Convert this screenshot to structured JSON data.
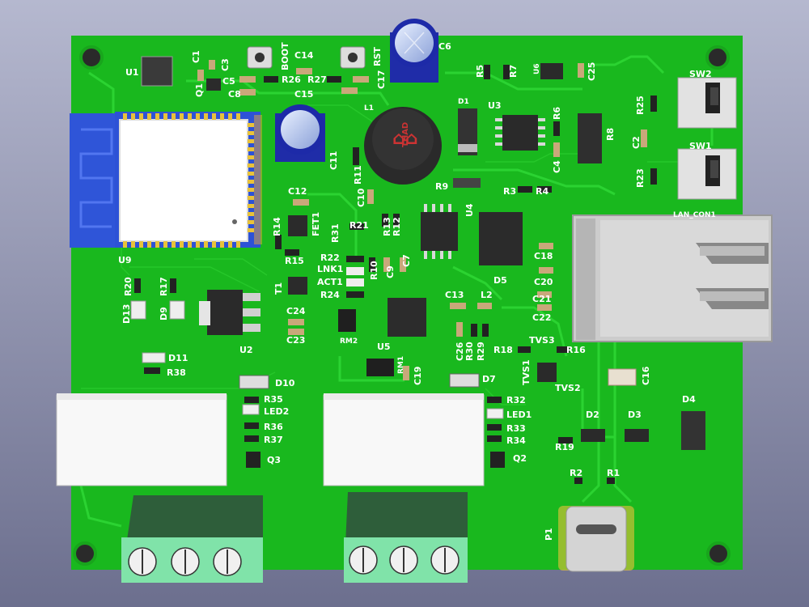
{
  "board": {
    "name": "pcb-3d-view",
    "colors": {
      "background_top": "#b0b4cc",
      "background_bottom": "#6e7191",
      "soldermask": "#19b81e",
      "silkscreen": "#ffffff",
      "copper_trace": "#27cc2b",
      "gold_pad": "#e8c23a",
      "ic_body": "#2b2b2b",
      "terminal_block": "#2f5f3a",
      "terminal_face": "#7de3a8",
      "relay_body": "#fafafa",
      "capacitor_top": "#2233bb",
      "esp_antenna": "#2d52d6"
    }
  },
  "labels": {
    "U1": "U1",
    "C1": "C1",
    "C3": "C3",
    "Q1": "Q1",
    "C5": "C5",
    "C8": "C8",
    "BOOT": "BOOT",
    "C14": "C14",
    "R26": "R26",
    "C15": "C15",
    "R27": "R27",
    "RST": "RST",
    "C17": "C17",
    "C6": "C6",
    "R5": "R5",
    "R7": "R7",
    "U6": "U6",
    "C25": "C25",
    "SW2": "SW2",
    "R25": "R25",
    "D1": "D1",
    "U3": "U3",
    "R6": "R6",
    "L1": "L1",
    "C11": "C11",
    "R11": "R11",
    "C10": "C10",
    "C4": "C4",
    "R8": "R8",
    "C2": "C2",
    "SW1": "SW1",
    "R23": "R23",
    "R9": "R9",
    "R3": "R3",
    "R4": "R4",
    "LAN_CON1": "LAN_CON1",
    "C12": "C12",
    "U4": "U4",
    "R14": "R14",
    "FET1": "FET1",
    "R21": "R21",
    "R13": "R13",
    "R12": "R12",
    "R31": "R31",
    "U9": "U9",
    "R22": "R22",
    "LNK1": "LNK1",
    "R15": "R15",
    "R10": "R10",
    "C9": "C9",
    "C7": "C7",
    "D5": "D5",
    "C18": "C18",
    "R20": "R20",
    "R17": "R17",
    "T1": "T1",
    "ACT1": "ACT1",
    "C20": "C20",
    "R24": "R24",
    "C13": "C13",
    "L2": "L2",
    "C21": "C21",
    "C22": "C22",
    "D13": "D13",
    "D9": "D9",
    "C24": "C24",
    "C23": "C23",
    "RM2": "RM2",
    "U2": "U2",
    "U5": "U5",
    "C26": "C26",
    "R30": "R30",
    "R29": "R29",
    "R18": "R18",
    "TVS3": "TVS3",
    "R16": "R16",
    "D11": "D11",
    "R38": "R38",
    "RM1": "RM1",
    "C19": "C19",
    "TVS1": "TVS1",
    "C16": "C16",
    "TVS2": "TVS2",
    "D10": "D10",
    "D7": "D7",
    "D4": "D4",
    "R35": "R35",
    "R32": "R32",
    "LED2": "LED2",
    "LED1": "LED1",
    "R36": "R36",
    "R33": "R33",
    "D2": "D2",
    "D3": "D3",
    "R37": "R37",
    "R34": "R34",
    "R19": "R19",
    "Q3": "Q3",
    "Q2": "Q2",
    "R2": "R2",
    "R1": "R1",
    "P1": "P1",
    "THAD": "THAD"
  }
}
